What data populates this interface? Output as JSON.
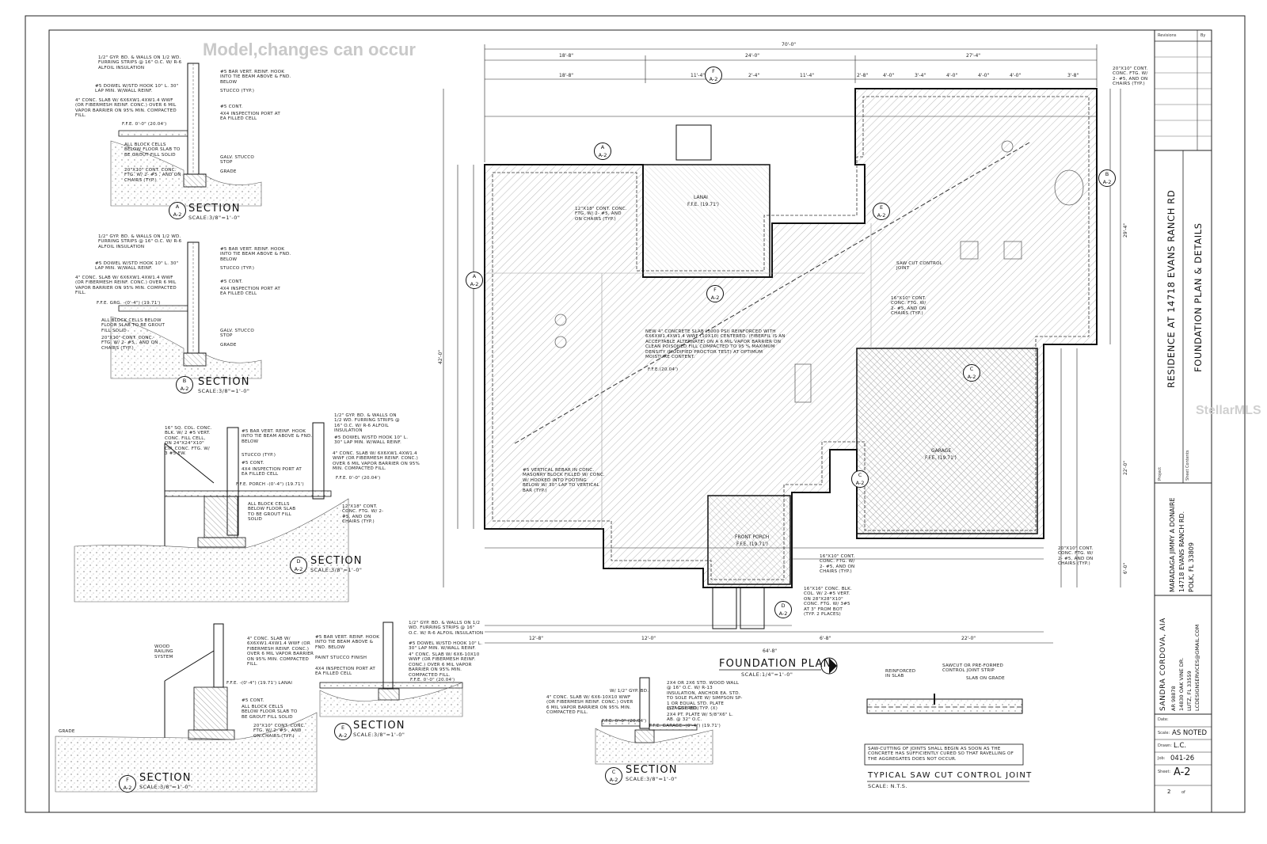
{
  "watermark": "Model,changes can occur",
  "stellar_mark": "StellarMLS",
  "foundation_plan": {
    "title": "FOUNDATION PLAN",
    "scale": "SCALE:1/4\"=1'-0\"",
    "overall_width": "70'-0\"",
    "top_dims": [
      "18'-8\"",
      "24'-0\"",
      "27'-4\""
    ],
    "row_dims": [
      "18'-8\"",
      "11'-4\"",
      "2'-4\"",
      "11'-4\"",
      "2'-8\"",
      "4'-0\"",
      "3'-4\"",
      "4'-0\"",
      "4'-0\"",
      "4'-0\"",
      "3'-8\""
    ],
    "bottom_dims": [
      "12'-8\"",
      "12'-0\"",
      "6'-8\"",
      "22'-0\""
    ],
    "bottom_total": "64'-8\"",
    "left_total": "42'-0\"",
    "right_dims": [
      "29'-4\"",
      "22'-0\"",
      "6'-0\""
    ],
    "lanai_label": "LANAI",
    "lanai_ffe": "F.F.E. (19.71')",
    "garage_label": "GARAGE",
    "garage_ffe": "F.F.E. (19.71')",
    "porch_label": "FRONT PORCH",
    "porch_ffe": "F.F.E. (19.71')",
    "slab_note": "NEW 4\" CONCRETE SLAB (3000 PSI) REINFORCED WITH 6x6xW1.4xW1.4 WWF (10x10) CENTERED. (FIBERFIL IS AN ACCEPTABLE ALTERNATE) ON A 6 MIL VAPOR BARRIER ON CLEAN POISONED FILL COMPACTED TO 95 % MAXIMUM DENSITY (MODIFIED PROCTOR TEST) AT OPTIMUM MOISTURE CONTENT.",
    "slab_ffe": "F.F.E.(20.04')",
    "saw_cut": "SAW CUT CONTROL JOINT",
    "rebar_note": "#5 VERTICAL REBAR IN CONC. MASONRY BLOCK FILLED W/ CONC. W/ HOOKED INTO FOOTING BELOW W/ 30\" LAP TO VERTICAL BAR (TYP.)",
    "ftg_note_1": "12\"x18\" CONT. CONC. FTG. W/ 2- #5, AND ON CHAIRS (TYP.)",
    "ftg_note_2": "16\"x10\" CONT. CONC. FTG. W/ 2- #5, AND ON CHAIRS (TYP.)",
    "ftg_note_3": "20\"x10\" CONT. CONC. FTG. W/ 2- #5, AND ON CHAIRS (TYP.)",
    "ftg_note_4": "16\"x10\" CONT. CONC. FTG. W/ 2- #5, AND ON CHAIRS (TYP.)",
    "col_note": "16\"x16\" CONC. BLK. COL. W/ 2-#5 VERT. ON 28\"x28\"x10\" CONC. FTG. W/ 3#5 AT 3\" FROM BOT (TYP. 2 PLACES)"
  },
  "sections": [
    {
      "letter": "A",
      "sheet": "A-2",
      "title": "SECTION",
      "scale": "SCALE:3/8\"=1'-0\"",
      "notes": [
        "1/2\" GYP. BD. & WALLS ON 1/2 WD. FURRING STRIPS @ 16\" O.C. W/ R-6 ALFOIL INSULATION",
        "#5 DOWEL W/STD HOOK 10\" L. 30\" LAP MIN. W/WALL REINF.",
        "4\" CONC. SLAB W/ 6x6xW1.4xW1.4 WWF (OR FIBERMESH REINF. CONC.) OVER 6 MIL VAPOR BARRIER ON 95% MIN. COMPACTED FILL.",
        "F.F.E. 0'-0\" (20.04')",
        "ALL BLOCK CELLS BELOW FLOOR SLAB TO BE GROUT FILL SOLID",
        "20\"x10\" CONT. CONC. FTG. W/ 2- #5 , AND ON CHAIRS (TYP.)",
        "#5 BAR VERT. REINF. HOOK INTO TIE BEAM ABOVE & FND. BELOW",
        "STUCCO (TYP.)",
        "#5 CONT.",
        "4x4 INSPECTION PORT AT EA FILLED CELL",
        "GALV. STUCCO STOP",
        "GRADE"
      ]
    },
    {
      "letter": "B",
      "sheet": "A-2",
      "title": "SECTION",
      "scale": "SCALE:3/8\"=1'-0\"",
      "notes": [
        "1/2\" GYP. BD. & WALLS ON 1/2 WD. FURRING STRIPS @ 16\" O.C. W/ R-6 ALFOIL INSULATION",
        "#5 DOWEL W/STD HOOK 10\" L. 30\" LAP MIN. W/WALL REINF.",
        "4\" CONC. SLAB W/ 6x6xW1.4xW1.4 WWF (OR FIBERMESH REINF. CONC.) OVER 6 MIL VAPOR BARRIER ON 95% MIN. COMPACTED FILL.",
        "F.F.E. GRG. -(0'-4\") (19.71')",
        "ALL BLOCK CELLS BELOW FLOOR SLAB TO BE GROUT FILL SOLID",
        "20\"x10\" CONT. CONC. FTG. W/ 2- #5 , AND ON CHAIRS (TYP.)",
        "#5 BAR VERT. REINF. HOOK INTO TIE BEAM ABOVE & FND. BELOW",
        "STUCCO (TYP.)",
        "#5 CONT.",
        "4x4 INSPECTION PORT AT EA FILLED CELL",
        "GALV. STUCCO STOP",
        "GRADE"
      ]
    },
    {
      "letter": "D",
      "sheet": "A-2",
      "title": "SECTION",
      "scale": "SCALE:3/8\"=1'-0\"",
      "notes": [
        "16\" SQ. COL. CONC. BLK. W/ 2 #5 VERT. CONC. FILL CELL, ON 24\"x24\"x10\" CIP. CONC. FTG. W/ 3 #5 EW.",
        "#5 BAR VERT. REINF. HOOK INTO TIE BEAM ABOVE & FND. BELOW",
        "STUCCO (TYP.)",
        "#5 CONT.",
        "4x4 INSPECTION PORT AT EA FILLED CELL",
        "F.F.E. PORCH -(0'-4\") (19.71')",
        "ALL BLOCK CELLS BELOW FLOOR SLAB TO BE GROUT FILL SOLID",
        "1/2\" GYP. BD. & WALLS ON 1/2 WD. FURRING STRIPS @ 16\" O.C. W/ R-6 ALFOIL INSULATION",
        "#5 DOWEL W/STD HOOK 10\" L. 30\" LAP MIN. W/WALL REINF.",
        "4\" CONC. SLAB W/ 6x6xW1.4xW1.4 WWF (OR FIBERMESH REINF. CONC.) OVER 6 MIL VAPOR BARRIER ON 95% MIN. COMPACTED FILL.",
        "F.F.E. 0'-0\" (20.04')",
        "12\"x18\" CONT. CONC. FTG. W/ 2- #5, AND ON CHAIRS (TYP.)"
      ]
    },
    {
      "letter": "F",
      "sheet": "A-2",
      "title": "SECTION",
      "scale": "SCALE:3/8\"=1'-0\"",
      "notes": [
        "WOOD RAILING SYSTEM",
        "4\" CONC. SLAB W/ 6x6xW1.4xW1.4 WWF (OR FIBERMESH REINF. CONC.) OVER 6 MIL VAPOR BARRIER ON 95% MIN. COMPACTED FILL.",
        "F.F.E. -(0'-4\") (19.71') LANAI",
        "#5 CONT.",
        "ALL BLOCK CELLS BELOW FLOOR SLAB TO BE GROUT FILL SOLID",
        "20\"x10\" CONT. CONC. FTG. W/ 2- #5 , AND ON CHAIRS (TYP.)",
        "GRADE"
      ]
    },
    {
      "letter": "E",
      "sheet": "A-2",
      "title": "SECTION",
      "scale": "SCALE:3/8\"=1'-0\"",
      "notes": [
        "#5 BAR VERT. REINF. HOOK INTO TIE BEAM ABOVE & FND. BELOW",
        "PAINT STUCCO FINISH",
        "4x4 INSPECTION PORT AT EA FILLED CELL",
        "1/2\" GYP. BD. & WALLS ON 1/2 WD. FURRING STRIPS @ 16\" O.C. W/ R-6 ALFOIL INSULATION",
        "#5 DOWEL W/STD HOOK 10\" L. 30\" LAP MIN. W/WALL REINF.",
        "4\" CONC. SLAB W/ 6x6-10x10 WWF (OR FIBERMESH REINF. CONC.) OVER 6 MIL VAPOR BARRIER ON 95% MIN. COMPACTED FILL.",
        "F.F.E. 0'-0\" (20.04')"
      ]
    },
    {
      "letter": "C",
      "sheet": "A-2",
      "title": "SECTION",
      "scale": "SCALE:3/8\"=1'-0\"",
      "notes": [
        "W/ 1/2\" GYP. BD.",
        "4\" CONC. SLAB W/ 6x6-10x10 WWF (OR FIBERMESH REINF. CONC.) OVER 6 MIL VAPOR BARRIER ON 95% MIN. COMPACTED FILL.",
        "F.F.E. 0'-0\" (20.04')",
        "2x4 OR 2x6 STD. WOOD WALL @ 16\" O.C. W/ R-13 INSULATION, ANCHOR EA. STD. TO SOLE PLATE W/ SIMPSON SP-1 OR EQUAL STD. PLATE (STAGGERED)",
        "1/2\" GYP. BD. TYP. (X)",
        "2x4 PT. PLATE W/ 5/8\"x6\" L. AB. @ 32\" O.C.",
        "F.F.E. GARAGE -(0'-4\") (19.71')"
      ]
    }
  ],
  "saw_cut_detail": {
    "title": "TYPICAL SAW CUT CONTROL JOINT",
    "scale": "SCALE: N.T.S.",
    "labels": [
      "REINFORCED IN SLAB",
      "SAWCUT OR PRE-FORMED CONTROL JOINT STRIP",
      "SLAB ON GRADE"
    ],
    "note": "SAW-CUTTING OF JOINTS SHALL BEGIN AS SOON AS THE CONCRETE HAS SUFFICIENTLY CURED SO THAT RAVELLING OF THE AGGREGATES DOES NOT OCCUR."
  },
  "title_block": {
    "revisions_label": "Revisions",
    "by_label": "By",
    "project_title": "RESIDENCE AT 14718 EVANS RANCH RD",
    "sheet_title": "FOUNDATION PLAN & DETAILS",
    "project_label": "Project",
    "sheet_contents_label": "Sheet Contents",
    "owner_lines": [
      "MARADAGA JIMMY A DONAIRE",
      "14718 EVANS RANCH RD.",
      "POLK, FL 33809"
    ],
    "architect_lines": [
      "SANDRA CORDOVA, AIA",
      "AR 98878",
      "14830 OAK VINE DR.",
      "LUTZ, FL 33559",
      "LCDESIGNSERVICES@GMAIL.COM"
    ],
    "date_label": "Date:",
    "scale_label": "Scale:",
    "scale_value": "AS NOTED",
    "drawn_label": "Drawn:",
    "drawn_value": "L.C.",
    "job_label": "Job:",
    "job_value": "041-26",
    "sheet_label": "Sheet:",
    "sheet_value": "A-2",
    "sheet_num": "2",
    "sheet_of": "of"
  }
}
